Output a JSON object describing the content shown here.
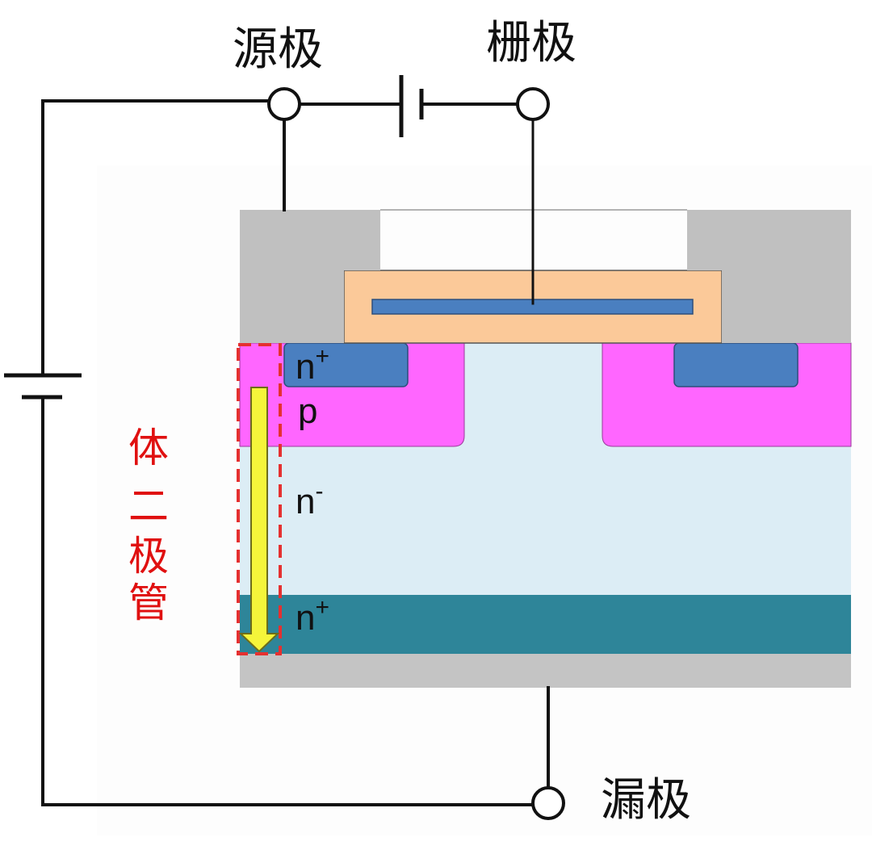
{
  "terminals": {
    "source": "源极",
    "gate": "栅极",
    "drain": "漏极"
  },
  "regions": {
    "n_plus_source": {
      "base": "n",
      "sup": "+"
    },
    "p_body": {
      "base": "p",
      "sup": ""
    },
    "n_minus_drift": {
      "base": "n",
      "sup": "-"
    },
    "n_plus_substrate": {
      "base": "n",
      "sup": "+"
    }
  },
  "body_diode": {
    "label_chars": [
      "体",
      "二",
      "极",
      "管"
    ]
  },
  "colors": {
    "wire": "#111111",
    "metal": "#c0c0c0",
    "oxide": "#fbc999",
    "gate_poly": "#4a7fc0",
    "p_body": "#ff66ff",
    "n_plus_source": "#4a7fc0",
    "n_minus": "#dcedf5",
    "n_plus_substrate": "#2e8599",
    "drain_metal": "#c4c4c4",
    "diode_box": "#e53030",
    "diode_label": "#e01010",
    "arrow": "#f5f53a"
  }
}
